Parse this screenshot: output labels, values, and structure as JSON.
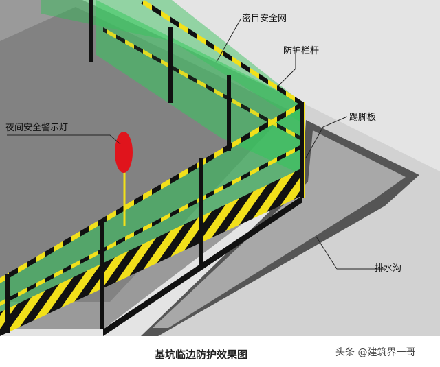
{
  "labels": {
    "mesh": "密目安全网",
    "rail": "防护栏杆",
    "toeboard": "踢脚板",
    "lamp": "夜间安全警示灯",
    "drain": "排水沟"
  },
  "caption": "基坑临边防护效果图",
  "watermark": "头条 @建筑界一哥",
  "colors": {
    "mesh_green": "#2fbf55",
    "rail_yellow": "#f2e01a",
    "rail_black": "#111111",
    "lamp_red": "#e0141c",
    "ground_gray": "#c9c9c9",
    "pit_gray": "#8c8c8c"
  }
}
